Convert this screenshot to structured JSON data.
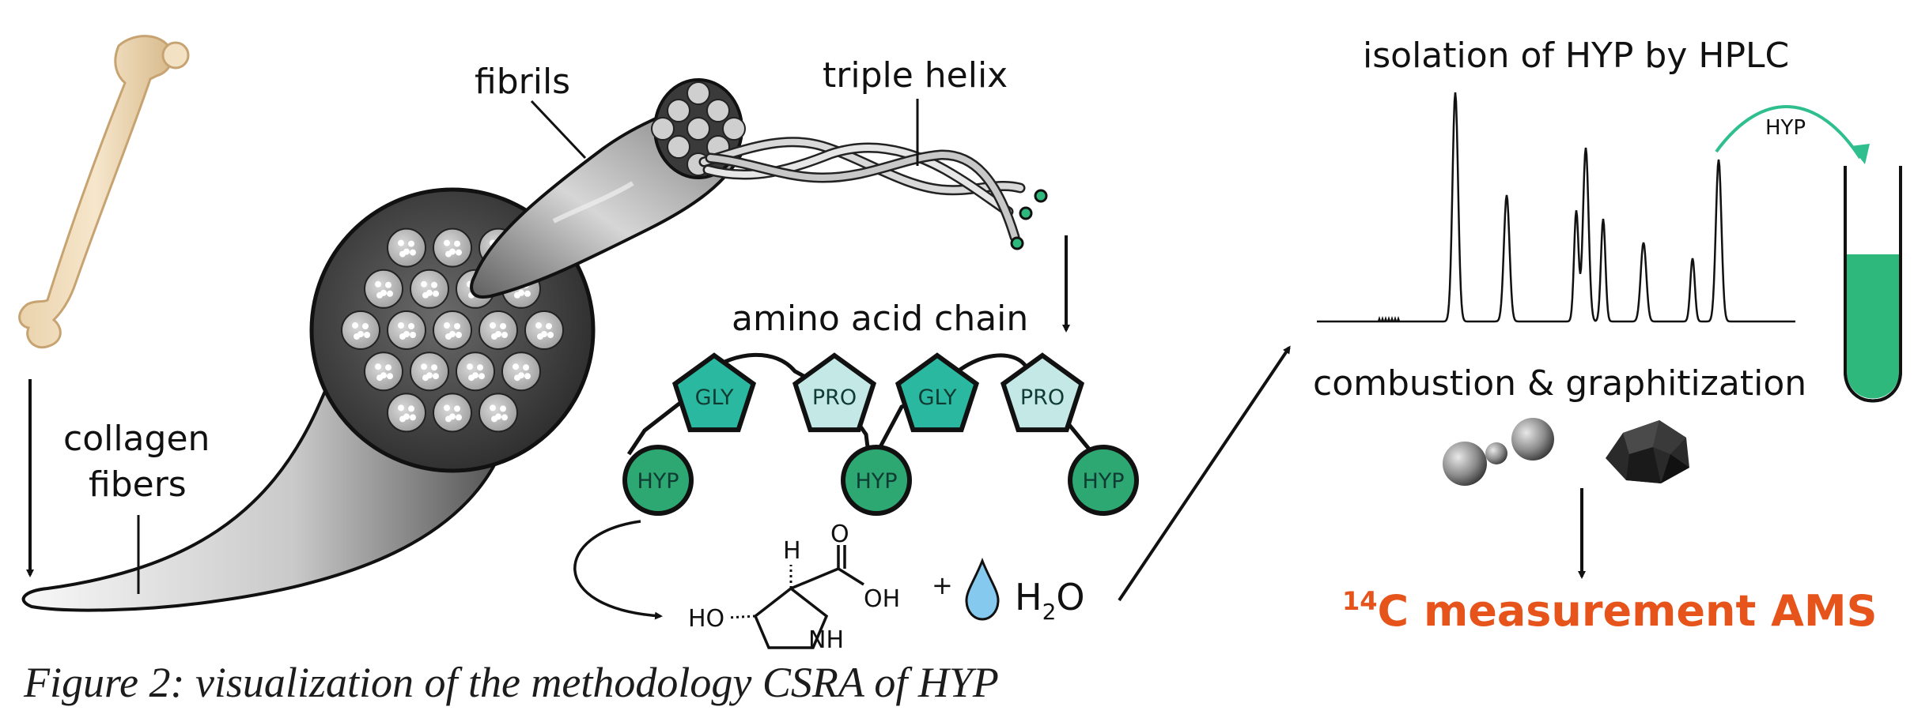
{
  "labels": {
    "fibrils": "fibrils",
    "triple_helix": "triple helix",
    "collagen_line1": "collagen",
    "collagen_line2": "fibers",
    "amino_acid_chain": "amino acid chain",
    "isolation": "isolation of HYP by HPLC",
    "hyp_transfer": "HYP",
    "combustion": "combustion & graphitization",
    "ams_superscript": "14",
    "ams_text": "C measurement AMS"
  },
  "chain": {
    "top_residues": [
      "GLY",
      "PRO",
      "GLY",
      "PRO"
    ],
    "bottom_residues": [
      "HYP",
      "HYP",
      "HYP"
    ]
  },
  "molecule": {
    "h_label": "H",
    "o_label": "O",
    "oh_label": "OH",
    "plus": "+",
    "ho_label": "HO",
    "nh_label": "NH",
    "water_h": "H",
    "water_sub": "2",
    "water_o": "O"
  },
  "caption": "Figure 2: visualization of the methodology CSRA of HYP",
  "colors": {
    "gly": "#2ab9a0",
    "pro": "#c4e8e6",
    "hyp": "#2ea872",
    "hplc_arrow": "#2fbf8e",
    "tube_liquid": "#2eb87c",
    "ams": "#e6531b",
    "water_drop": "#86c9ee"
  },
  "icons": {
    "bone": "femur-bone-icon",
    "water": "water-drop-icon",
    "sphere": "graphite-sphere-icon",
    "rock": "graphite-rock-icon",
    "tube": "test-tube-icon"
  }
}
